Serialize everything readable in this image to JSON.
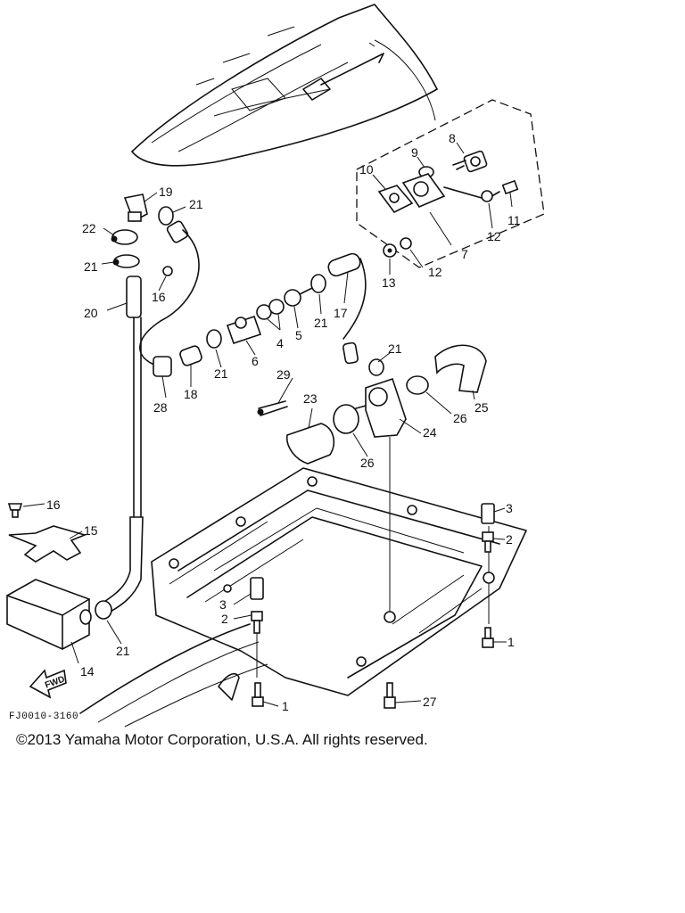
{
  "callouts": [
    "1",
    "2",
    "3",
    "4",
    "5",
    "6",
    "7",
    "8",
    "9",
    "10",
    "11",
    "12",
    "13",
    "14",
    "15",
    "16",
    "17",
    "18",
    "19",
    "20",
    "21",
    "22",
    "23",
    "24",
    "25",
    "26",
    "27",
    "28",
    "29"
  ],
  "figure_id": "FJ0010-3160",
  "fwd_label": "FWD",
  "copyright": "©2013 Yamaha Motor Corporation, U.S.A. All rights reserved.",
  "colors": {
    "ink": "#111111",
    "background": "#ffffff"
  }
}
